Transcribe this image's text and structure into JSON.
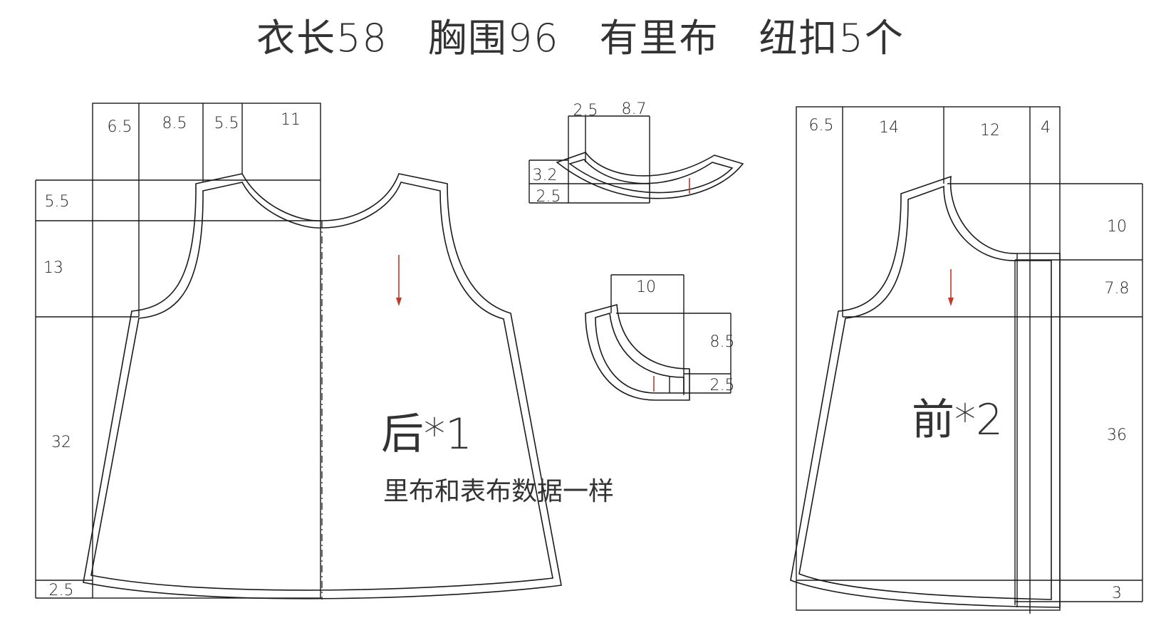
{
  "title": "衣长58　胸围96　有里布　纽扣5个",
  "back": {
    "label": "后*1",
    "note": "里布和表布数据一样",
    "top": [
      "6.5",
      "8.5",
      "5.5",
      "11"
    ],
    "left": [
      "5.5",
      "13",
      "32",
      "2.5"
    ]
  },
  "collar_upper": {
    "top": [
      "2.5",
      "8.7"
    ],
    "left": [
      "3.2",
      "2.5"
    ]
  },
  "collar_lower": {
    "top": "10",
    "right": [
      "8.5",
      "2.5"
    ]
  },
  "front": {
    "label": "前*2",
    "top": [
      "6.5",
      "14",
      "12",
      "4"
    ],
    "right": [
      "10",
      "7.8",
      "36",
      "3"
    ]
  },
  "colors": {
    "line": "#1a1a1a",
    "grain_arrow": "#c0392b"
  }
}
